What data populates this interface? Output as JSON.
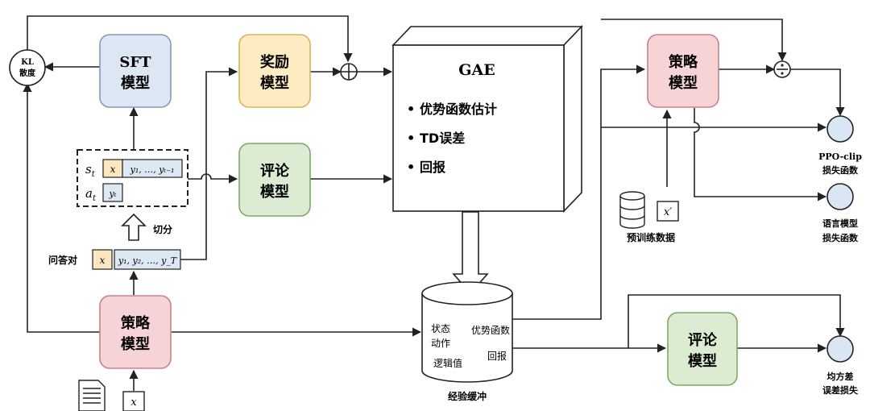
{
  "kl": {
    "line1": "KL",
    "line2": "散度"
  },
  "sft_model": {
    "line1": "SFT",
    "line2": "模型"
  },
  "reward_model": {
    "line1": "奖励",
    "line2": "模型"
  },
  "critic_model_left": {
    "line1": "评论",
    "line2": "模型"
  },
  "policy_model_bottom": {
    "line1": "策略",
    "line2": "模型"
  },
  "policy_model_right": {
    "line1": "策略",
    "line2": "模型"
  },
  "critic_model_right": {
    "line1": "评论",
    "line2": "模型"
  },
  "state_action": {
    "s_label": "s",
    "s_sub": "t",
    "a_label": "a",
    "a_sub": "t",
    "x": "x",
    "y_seq": "y₁, …, yₜ₋₁",
    "y_t": "yₜ"
  },
  "split_label": "切分",
  "qa_pair": {
    "label": "问答对",
    "x": "x",
    "y_seq": "y₁, y₂, …, y_T"
  },
  "gae": {
    "title": "GAE",
    "items": [
      "优势函数估计",
      "TD误差",
      "回报"
    ]
  },
  "buffer": {
    "label": "经验缓冲",
    "contents": [
      "状态",
      "动作",
      "优势函数",
      "逻辑值",
      "回报"
    ]
  },
  "pretrain": {
    "label": "预训练数据",
    "x_prime": "x′"
  },
  "bottom_x": "x",
  "outputs": {
    "ppo_clip": {
      "line1": "PPO-clip",
      "line2": "损失函数"
    },
    "lm_loss": {
      "line1": "语言模型",
      "line2": "损失函数"
    },
    "mse": {
      "line1": "均方差",
      "line2": "误差损失"
    }
  },
  "colors": {
    "sft_fill": "#dce7f3",
    "sft_stroke": "#7d9cc0",
    "reward_fill": "#fdecc2",
    "reward_stroke": "#d9b25a",
    "critic_fill": "#dcecd2",
    "critic_stroke": "#7fa868",
    "policy_fill": "#f6d3d6",
    "policy_stroke": "#c98088",
    "output_fill": "#dbe6f5",
    "x_fill": "#fde7c0",
    "y_fill": "#dde8f5"
  }
}
